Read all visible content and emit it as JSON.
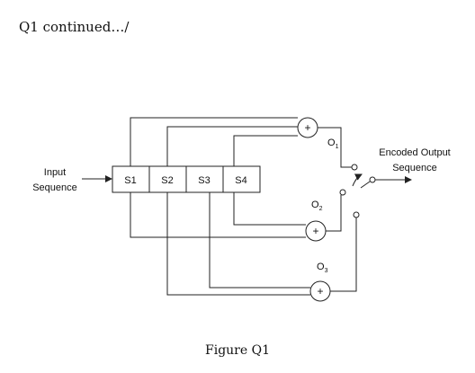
{
  "heading": "Q1 continued…/",
  "diagram": {
    "input_label_line1": "Input",
    "input_label_line2": "Sequence",
    "registers": [
      "S1",
      "S2",
      "S3",
      "S4"
    ],
    "adders": [
      {
        "symbol": "+",
        "output": "O",
        "subscript": "1"
      },
      {
        "symbol": "+",
        "output": "O",
        "subscript": "2"
      },
      {
        "symbol": "+",
        "output": "O",
        "subscript": "3"
      }
    ],
    "output_label_line1": "Encoded Output",
    "output_label_line2": "Sequence"
  },
  "caption": "Figure Q1"
}
